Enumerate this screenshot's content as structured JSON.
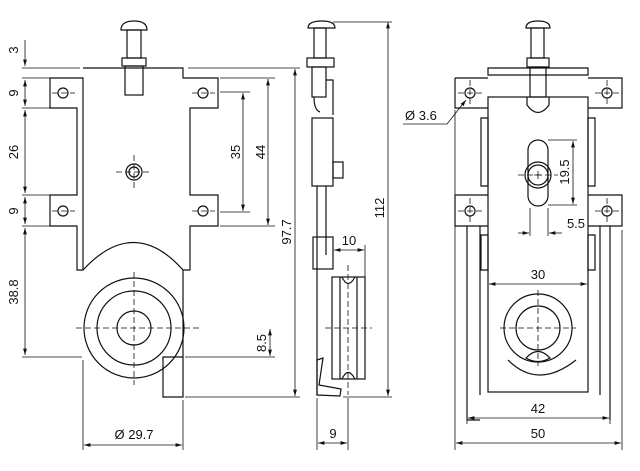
{
  "title": "Door roller assembly technical drawing",
  "front_view": {
    "dims": {
      "d3": "3",
      "d9a": "9",
      "d26": "26",
      "d9b": "9",
      "d38": "38.8",
      "d35": "35",
      "d44": "44",
      "d97": "97.7",
      "d85": "8.5",
      "wheel_dia": "Ø 29.7"
    }
  },
  "side_view": {
    "dims": {
      "d112": "112",
      "d10": "10",
      "d9": "9"
    }
  },
  "rear_view": {
    "dims": {
      "hole_dia": "Ø 3.6",
      "d195": "19.5",
      "d55": "5.5",
      "d30": "30",
      "d42": "42",
      "d50": "50"
    }
  }
}
